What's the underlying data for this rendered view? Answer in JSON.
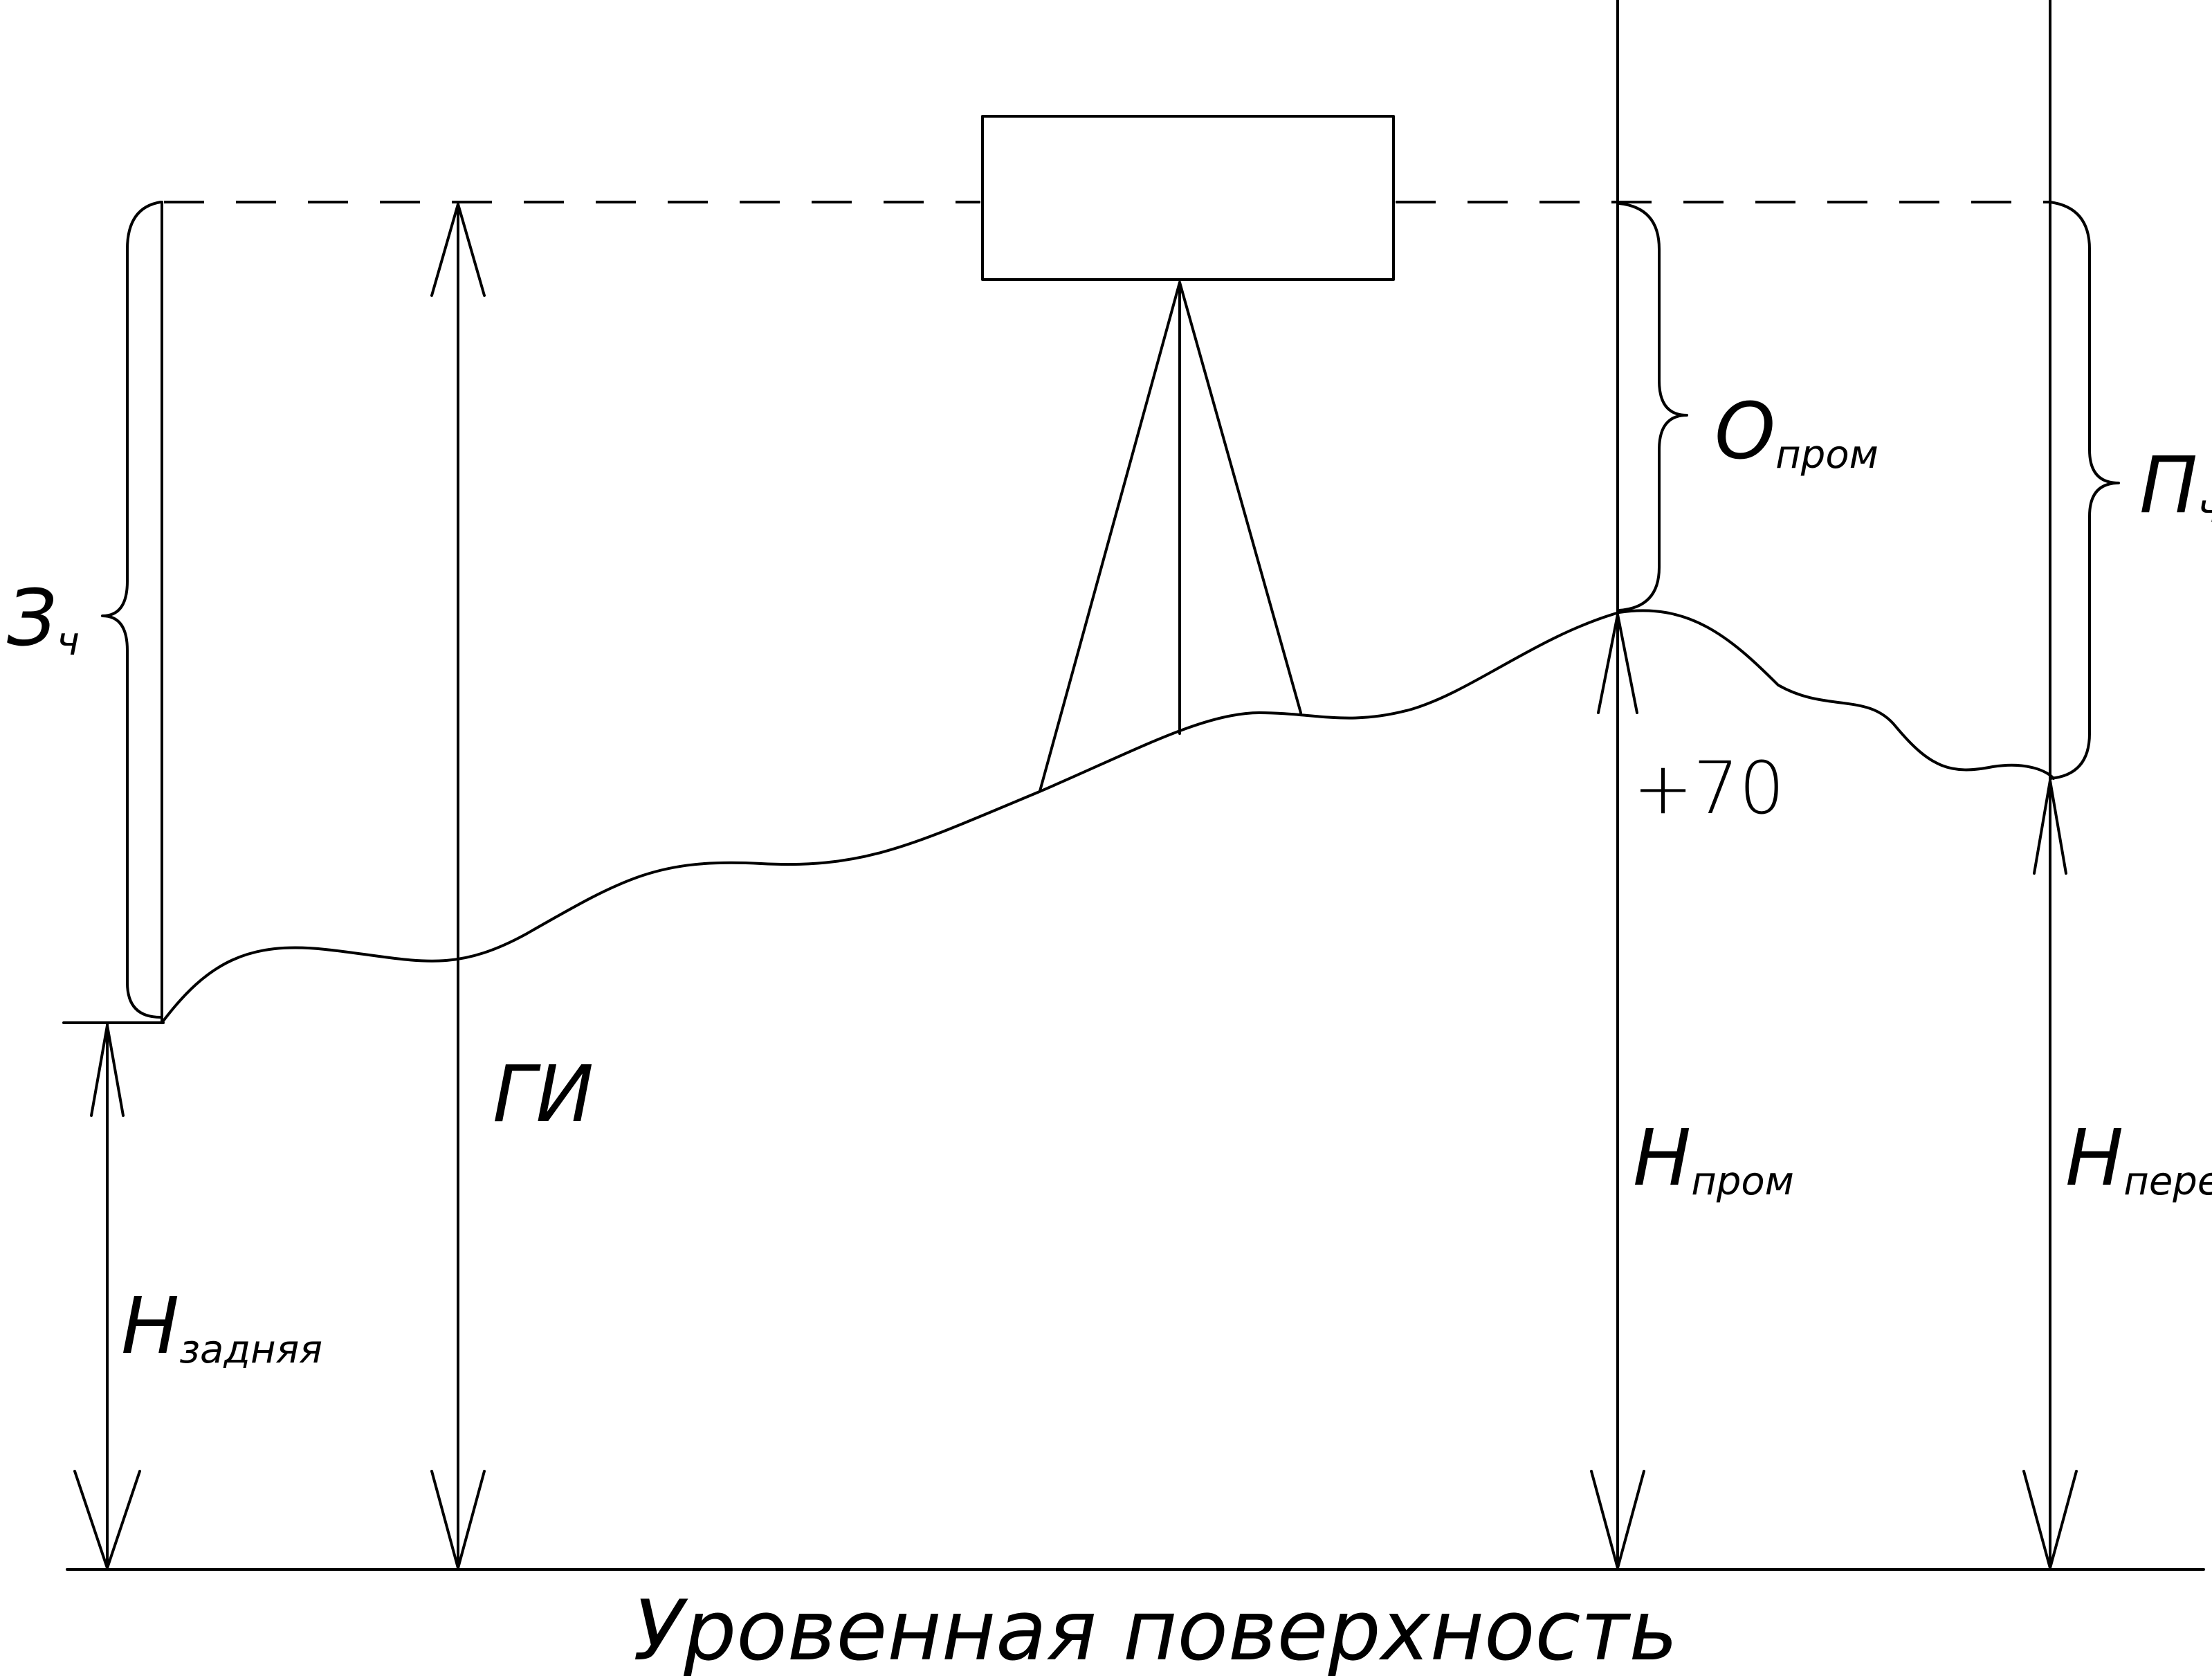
{
  "labels": {
    "back_reading_main": "З",
    "back_reading_sub": "ч",
    "instrument_height": "ГИ",
    "intermediate_reading_main": "О",
    "intermediate_reading_sub": "пром",
    "foresight_reading_main": "П",
    "foresight_reading_sub": "ч",
    "back_elevation_main": "H",
    "back_elevation_sub": "задняя",
    "intermediate_elevation_main": "H",
    "intermediate_elevation_sub": "пром",
    "foresight_elevation_main": "H",
    "foresight_elevation_sub": "перед",
    "intermediate_station": "+70",
    "datum_surface": "Уровенная поверхность"
  },
  "colors": {
    "line": "#000000",
    "background": "#ffffff"
  }
}
